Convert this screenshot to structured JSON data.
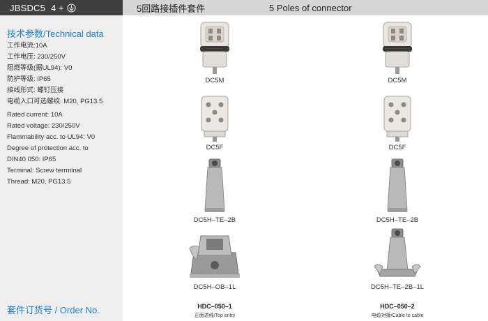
{
  "header": {
    "code": "JBSDC5",
    "poles": "4 +",
    "ground_icon": "protective-earth-icon",
    "title_cn": "5回路接插件套件",
    "title_en": "5 Poles of connector"
  },
  "tech": {
    "title": "技术参数/Technical data",
    "cn_specs": [
      "工作电流:10A",
      "工作电压: 230/250V",
      "阻燃等级(据UL94): V0",
      "防护等级: IP65",
      "接线形式: 螺钉压接",
      "电缆入口可选螺纹: M20, PG13.5"
    ],
    "en_specs": [
      "Rated current: 10A",
      "Rated voltage: 230/250V",
      "Flammability acc. to UL94: V0",
      "Degree of protection acc. to",
      "DIN40 050: IP65",
      "Terminal: Screw terrminal",
      "Thread: M20, PG13.5"
    ]
  },
  "products": {
    "left": [
      "DC5M",
      "DC5F",
      "DC5H–TE–2B",
      "DC5H–OB–1L"
    ],
    "right": [
      "DC5M",
      "DC5F",
      "DC5H–TE–2B",
      "DC5H–TE–2B–1L"
    ]
  },
  "order": {
    "title": "套件订货号 / Order No.",
    "items": [
      {
        "code": "HDC–050–1",
        "desc": "正面进线/Top entry"
      },
      {
        "code": "HDC–050–2",
        "desc": "电缆对接/Cable to cable"
      }
    ]
  },
  "colors": {
    "header_dark": "#3f3f3f",
    "header_light": "#d6d6d6",
    "panel": "#eeeeee",
    "accent_blue": "#1a7fd0"
  }
}
